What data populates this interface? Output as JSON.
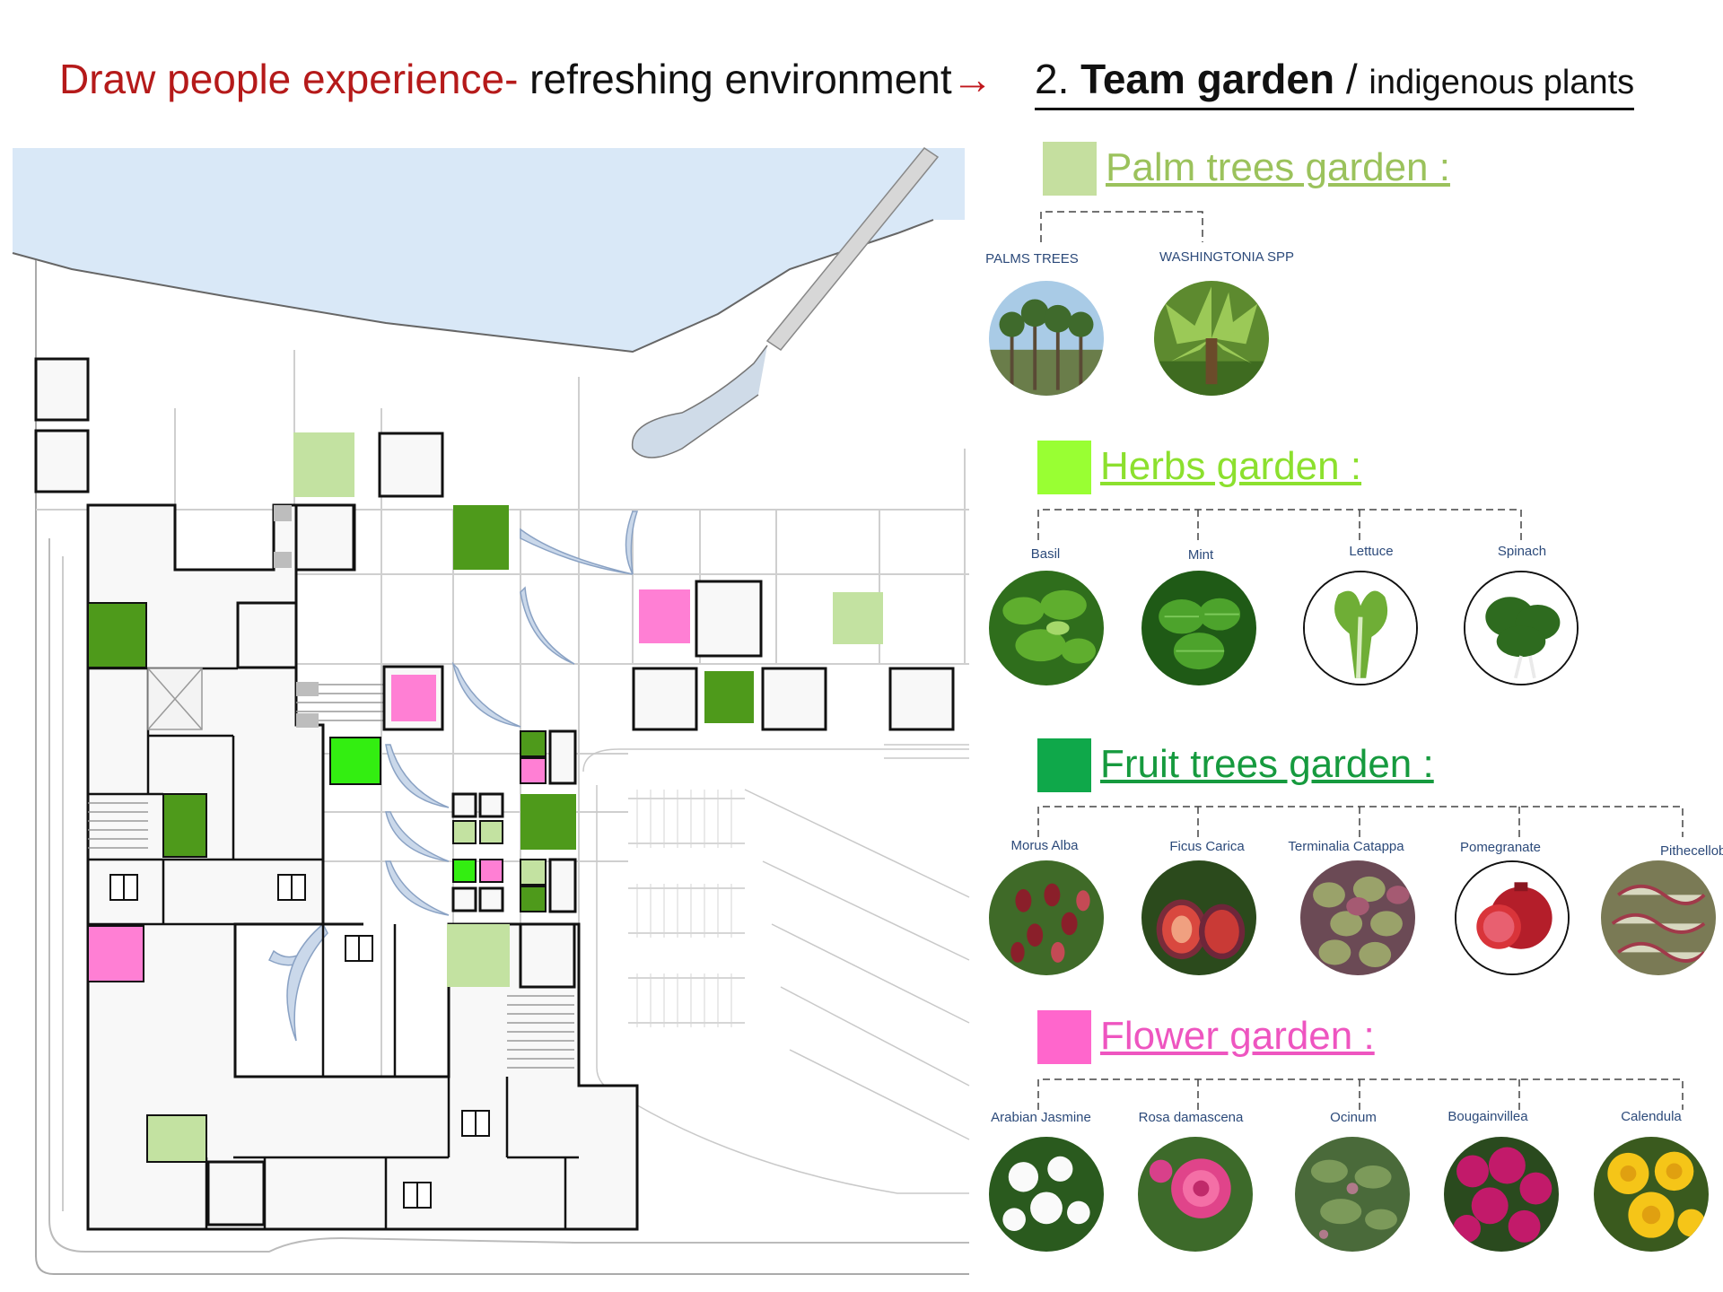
{
  "header": {
    "left_red": "Draw people experience-",
    "left_black": " refreshing environment",
    "arrow": "→",
    "right_number": "2. ",
    "right_bold": "Team garden",
    "right_slash": " / ",
    "right_small": "indigenous plants"
  },
  "colors": {
    "palm": "#c5df9f",
    "herbs": "#99ff33",
    "fruit": "#0fa84a",
    "flower": "#ff66cc",
    "plan_fruit": "#4e9a1b",
    "plan_herb": "#33ee11",
    "plan_palm": "#c3e2a1",
    "plan_flower": "#ff7fd4",
    "water": "#d9e8f7"
  },
  "gardens": {
    "palm": {
      "title": "Palm trees garden :",
      "plants": [
        {
          "name": "PALMS TREES",
          "icon": "palm-trees-photo"
        },
        {
          "name": "WASHINGTONIA SPP",
          "icon": "washingtonia-photo"
        }
      ]
    },
    "herbs": {
      "title": "Herbs garden :",
      "plants": [
        {
          "name": "Basil",
          "icon": "basil-photo"
        },
        {
          "name": "Mint",
          "icon": "mint-photo"
        },
        {
          "name": "Lettuce",
          "icon": "lettuce-photo"
        },
        {
          "name": "Spinach",
          "icon": "spinach-photo"
        }
      ]
    },
    "fruit": {
      "title": "Fruit trees garden :",
      "plants": [
        {
          "name": "Morus Alba",
          "icon": "morus-alba-photo"
        },
        {
          "name": "Ficus Carica",
          "icon": "ficus-carica-photo"
        },
        {
          "name": "Terminalia Catappa",
          "icon": "terminalia-catappa-photo"
        },
        {
          "name": "Pomegranate",
          "icon": "pomegranate-photo"
        },
        {
          "name": "Pithecellobium Dulce",
          "icon": "pithecellobium-dulce-photo"
        }
      ]
    },
    "flower": {
      "title": "Flower garden :",
      "plants": [
        {
          "name": "Arabian Jasmine",
          "icon": "arabian-jasmine-photo"
        },
        {
          "name": "Rosa damascena",
          "icon": "rosa-damascena-photo"
        },
        {
          "name": "Ocinum",
          "icon": "ocinum-photo"
        },
        {
          "name": "Bougainvillea",
          "icon": "bougainvillea-photo"
        },
        {
          "name": "Calendula",
          "icon": "calendula-photo"
        }
      ]
    }
  }
}
